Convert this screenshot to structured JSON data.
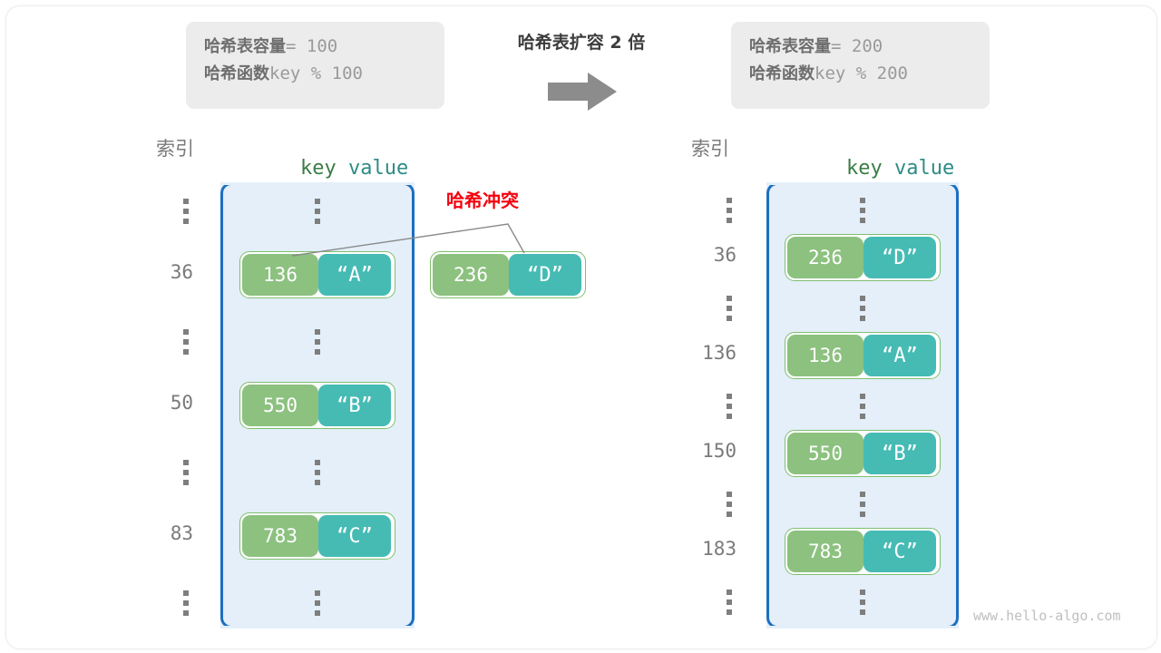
{
  "watermark": "www.hello-algo.com",
  "transition": {
    "title": "哈希表扩容 2 倍",
    "arrow_icon": "right-arrow-icon"
  },
  "colors": {
    "key_cell": "#8CC17F",
    "value_cell": "#45BBB4",
    "bucket_fill": "#E4EFF9",
    "bucket_stroke": "#1D6FC0",
    "collision_text": "#F4000D",
    "info_box": "#ECECEC"
  },
  "before": {
    "info": {
      "capacity_label": "哈希表容量",
      "capacity_value": "= 100",
      "hash_label": "哈希函数",
      "hash_value": "key % 100"
    },
    "headers": {
      "index": "索引",
      "key": "key",
      "value": "value"
    },
    "rows": [
      {
        "index": "⋮",
        "type": "ellipsis"
      },
      {
        "index": "36",
        "type": "entry",
        "key": "136",
        "value": "“A”"
      },
      {
        "index": "⋮",
        "type": "ellipsis"
      },
      {
        "index": "50",
        "type": "entry",
        "key": "550",
        "value": "“B”"
      },
      {
        "index": "⋮",
        "type": "ellipsis"
      },
      {
        "index": "83",
        "type": "entry",
        "key": "783",
        "value": "“C”"
      },
      {
        "index": "⋮",
        "type": "ellipsis"
      }
    ],
    "collision": {
      "label": "哈希冲突",
      "key": "236",
      "value": "“D”"
    }
  },
  "after": {
    "info": {
      "capacity_label": "哈希表容量",
      "capacity_value": "= 200",
      "hash_label": "哈希函数",
      "hash_value": "key % 200"
    },
    "headers": {
      "index": "索引",
      "key": "key",
      "value": "value"
    },
    "rows": [
      {
        "index": "⋮",
        "type": "ellipsis"
      },
      {
        "index": "36",
        "type": "entry",
        "key": "236",
        "value": "“D”"
      },
      {
        "index": "⋮",
        "type": "ellipsis"
      },
      {
        "index": "136",
        "type": "entry",
        "key": "136",
        "value": "“A”"
      },
      {
        "index": "⋮",
        "type": "ellipsis"
      },
      {
        "index": "150",
        "type": "entry",
        "key": "550",
        "value": "“B”"
      },
      {
        "index": "⋮",
        "type": "ellipsis"
      },
      {
        "index": "183",
        "type": "entry",
        "key": "783",
        "value": "“C”"
      },
      {
        "index": "⋮",
        "type": "ellipsis"
      }
    ]
  }
}
